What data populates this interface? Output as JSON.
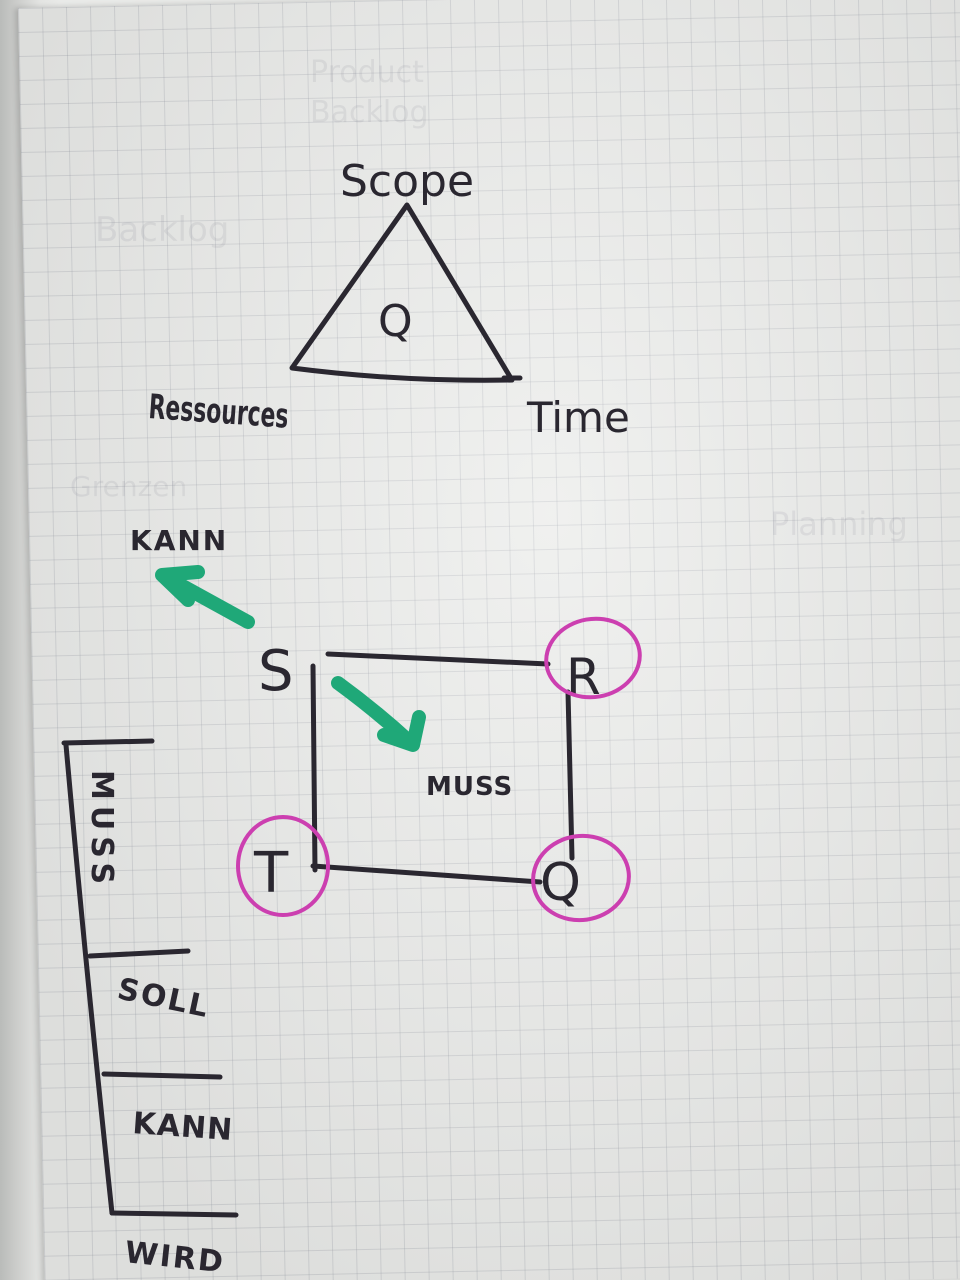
{
  "triangle": {
    "top_label": "Scope",
    "center_label": "Q",
    "left_label": "Ressources",
    "right_label": "Time"
  },
  "square": {
    "corner_top_left": "S",
    "corner_top_right": "R",
    "corner_bottom_left": "T",
    "corner_bottom_right": "Q",
    "arrow_up_label": "KANN",
    "arrow_down_label": "MUSS"
  },
  "priority_stack": {
    "sections": [
      "MUSS",
      "SOLL",
      "KANN",
      "WIRD"
    ]
  },
  "colors": {
    "ink": "#2a2730",
    "arrow": "#1fa878",
    "highlight": "#cc3fb0",
    "paper": "#ebecea"
  }
}
